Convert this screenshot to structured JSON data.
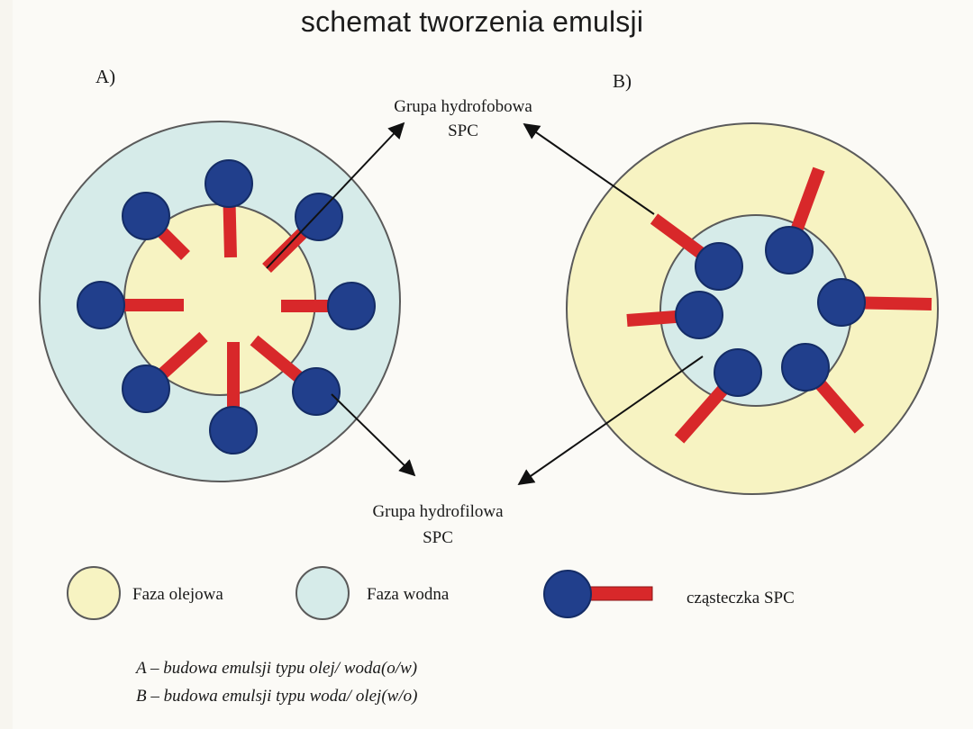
{
  "title": "schemat tworzenia emulsji",
  "panels": {
    "a": "A)",
    "b": "B)"
  },
  "labels": {
    "hydrophobic": [
      "Grupa hydrofobowa",
      "SPC"
    ],
    "hydrophilic": [
      "Grupa hydrofilowa",
      "SPC"
    ]
  },
  "legend": {
    "oil": "Faza olejowa",
    "water": "Faza wodna",
    "molecule": "cząsteczka SPC"
  },
  "captions": [
    "A – budowa emulsji typu olej/ woda(o/w)",
    "B – budowa emulsji typu woda/ olej(w/o)"
  ],
  "colors": {
    "oil_phase": "#f7f3c2",
    "water_phase": "#d6ebe9",
    "head": "#213f8c",
    "tail": "#d8282a",
    "outline": "#5a5a5a"
  }
}
